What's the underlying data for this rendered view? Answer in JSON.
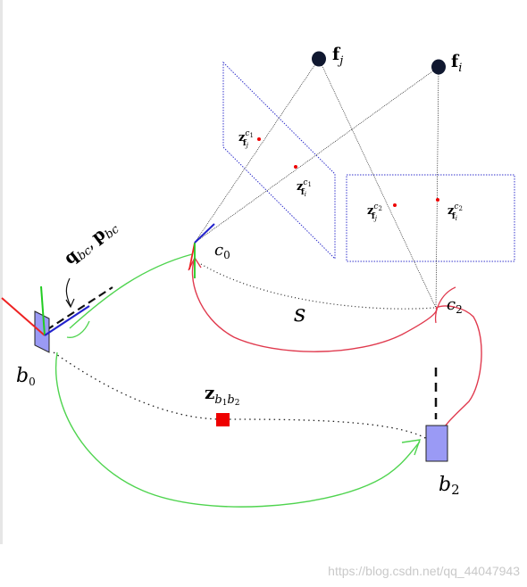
{
  "labels": {
    "f_j": "f",
    "f_j_sub": "j",
    "f_i": "f",
    "f_i_sub": "i",
    "z_fj_c1": "z",
    "z_fj_c1_sub": "f",
    "z_fj_c1_subsub": "j",
    "z_fj_c1_sup": "c",
    "z_fj_c1_supsub": "1",
    "z_fi_c1": "z",
    "z_fi_c1_sub": "f",
    "z_fi_c1_subsub": "i",
    "z_fi_c1_sup": "c",
    "z_fi_c1_supsub": "1",
    "z_fj_c2": "z",
    "z_fj_c2_sub": "f",
    "z_fj_c2_subsub": "j",
    "z_fj_c2_sup": "c",
    "z_fj_c2_supsub": "2",
    "z_fi_c2": "z",
    "z_fi_c2_sub": "f",
    "z_fi_c2_subsub": "i",
    "z_fi_c2_sup": "c",
    "z_fi_c2_supsub": "2",
    "c0": "c",
    "c0_sub": "0",
    "c2": "c",
    "c2_sub": "2",
    "s": "s",
    "q": "q",
    "q_sub": "bc",
    "comma": ",",
    "p": "p",
    "p_sub": "bc",
    "b0": "b",
    "b0_sub": "0",
    "b2": "b",
    "b2_sub": "2",
    "z_b1b2": "z",
    "z_b1b2_sub_b1": "b",
    "z_b1b2_sub_1": "1",
    "z_b1b2_sub_b2": "b",
    "z_b1b2_sub_2": "2"
  },
  "watermark": "https://blog.csdn.net/qq_44047943",
  "colors": {
    "plane": "#3333cc",
    "red_curve": "#e03a4e",
    "green_curve": "#4fd44f",
    "body_fill": "#9a9af5",
    "measurement": "#ee0000",
    "axis_red": "#ee2222",
    "axis_green": "#22cc22",
    "axis_blue": "#2222cc"
  }
}
